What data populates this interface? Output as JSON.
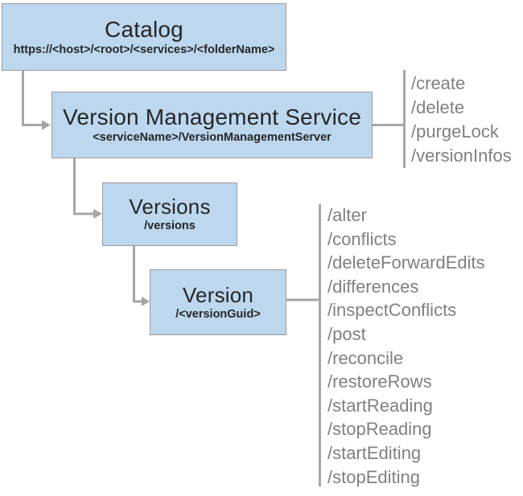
{
  "diagram": {
    "title": "Version Management Service REST API hierarchy",
    "colors": {
      "node_fill": "#BDD7EE",
      "node_border": "#9B9B9B",
      "connector": "#A6A6A6",
      "operation_text": "#808080",
      "node_text": "#262626",
      "background": "#FFFFFF"
    },
    "nodes": [
      {
        "id": "catalog",
        "title": "Catalog",
        "subtitle": "https://<host>/<root>/<services>/<folderName>"
      },
      {
        "id": "vms",
        "title": "Version Management Service",
        "subtitle": "<serviceName>/VersionManagementServer"
      },
      {
        "id": "versions",
        "title": "Versions",
        "subtitle": "/versions"
      },
      {
        "id": "version",
        "title": "Version",
        "subtitle": "/<versionGuid>"
      }
    ],
    "operation_lists": [
      {
        "attached_to": "vms",
        "items": [
          "/create",
          "/delete",
          "/purgeLock",
          "/versionInfos"
        ]
      },
      {
        "attached_to": "version",
        "items": [
          "/alter",
          "/conflicts",
          "/deleteForwardEdits",
          "/differences",
          "/inspectConflicts",
          "/post",
          "/reconcile",
          "/restoreRows",
          "/startReading",
          "/stopReading",
          "/startEditing",
          "/stopEditing"
        ]
      }
    ]
  }
}
